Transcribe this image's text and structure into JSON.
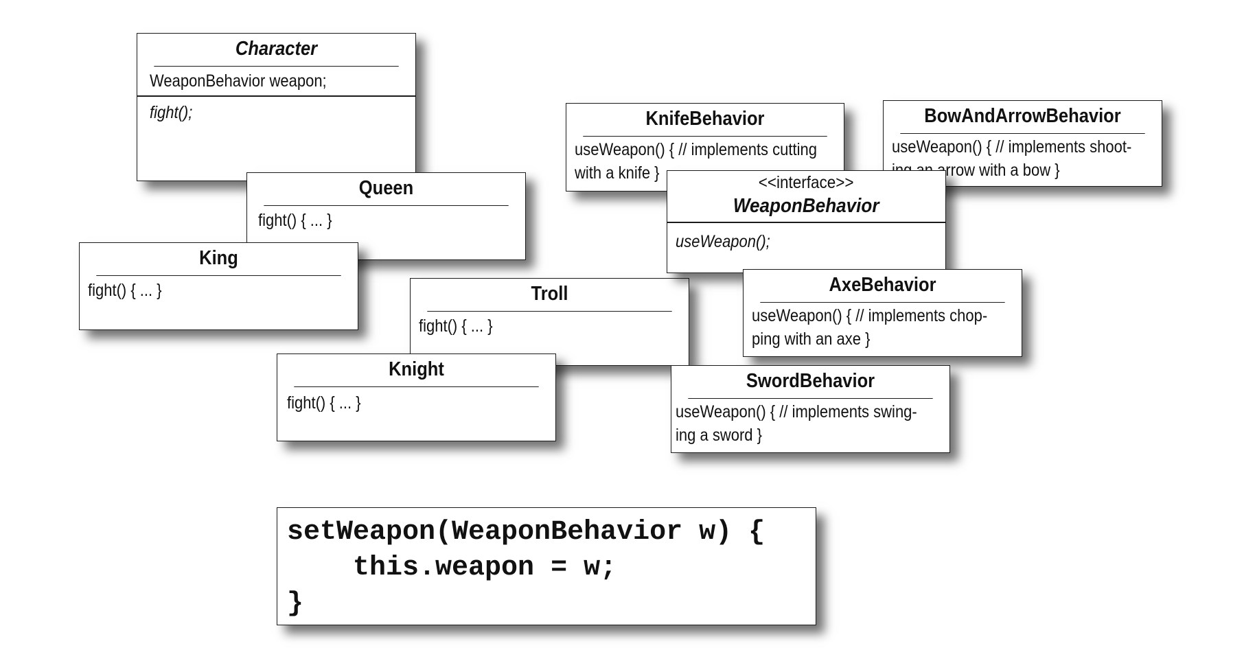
{
  "classes": {
    "character": {
      "name": "Character",
      "field": "WeaponBehavior weapon;",
      "method": "fight();"
    },
    "queen": {
      "name": "Queen",
      "method": "fight() { ... }"
    },
    "king": {
      "name": "King",
      "method": "fight() { ... }"
    },
    "troll": {
      "name": "Troll",
      "method": "fight() { ... }"
    },
    "knight": {
      "name": "Knight",
      "method": "fight() { ... }"
    },
    "knife": {
      "name": "KnifeBehavior",
      "line1": "useWeapon() { // implements cutting",
      "line2": "with a knife }"
    },
    "bow": {
      "name": "BowAndArrowBehavior",
      "line1": "useWeapon() { // implements shoot-",
      "line2": "ing an arrow with a bow }"
    },
    "weapon_behavior": {
      "stereotype": "<<interface>>",
      "name": "WeaponBehavior",
      "method": "useWeapon();"
    },
    "axe": {
      "name": "AxeBehavior",
      "line1": "useWeapon() { // implements chop-",
      "line2": "ping with an axe }"
    },
    "sword": {
      "name": "SwordBehavior",
      "line1": "useWeapon() { // implements swing-",
      "line2": "ing a sword }"
    }
  },
  "code": {
    "line1": "setWeapon(WeaponBehavior w) {",
    "line2": "    this.weapon = w;",
    "line3": "}"
  }
}
